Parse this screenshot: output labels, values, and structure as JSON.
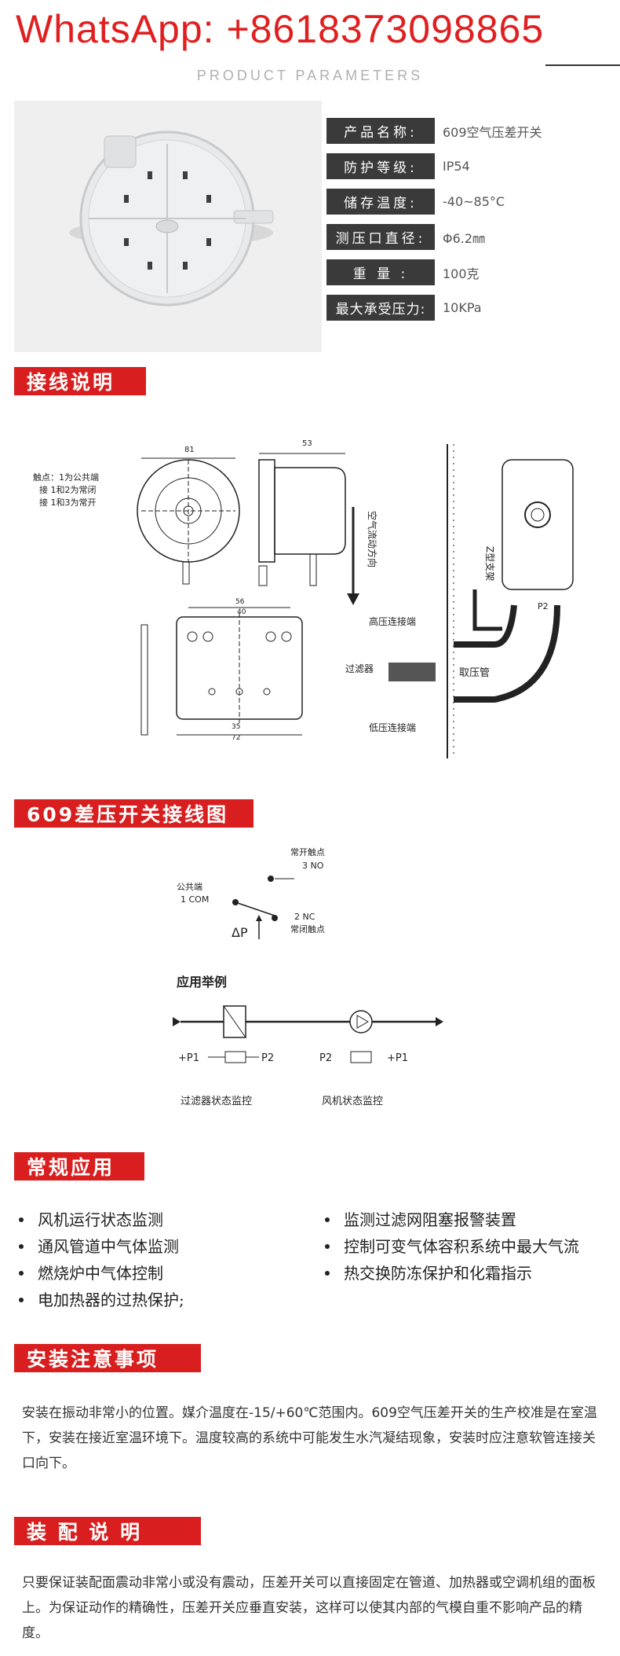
{
  "header": {
    "whatsapp": "WhatsApp: +8618373098865",
    "subtitle": "PRODUCT PARAMETERS"
  },
  "params": [
    {
      "label": "产品名称:",
      "value": "609空气压差开关"
    },
    {
      "label": "防护等级:",
      "value": "IP54"
    },
    {
      "label": "储存温度:",
      "value": "-40~85°C"
    },
    {
      "label": "测压口直径:",
      "value": "Φ6.2㎜"
    },
    {
      "label": "重 量 :",
      "value": "100克"
    },
    {
      "label": "最大承受压力:",
      "value": "10KPa"
    }
  ],
  "sections": {
    "wiring": "接线说明",
    "diagram": "609差压开关接线图",
    "apps": "常规应用",
    "install": "安装注意事项",
    "assembly": "装 配 说 明"
  },
  "wiring_drawing": {
    "contact_note_1": "触点：1为公共端",
    "contact_note_2": "接 1和2为常闭",
    "contact_note_3": "接 1和3为常开",
    "dim_81": "81",
    "dim_53": "53",
    "dim_56": "56",
    "dim_40": "40",
    "dim_35": "35",
    "dim_72": "72",
    "airflow": "空气流动方向",
    "bracket": "Z型支架",
    "high": "高压连接端",
    "filter": "过滤器",
    "tube": "取压管",
    "low": "低压连接端",
    "p2": "P2"
  },
  "switch_diagram": {
    "no_label": "常开触点",
    "no": "3 NO",
    "com_label": "公共端",
    "com": "1 COM",
    "nc": "2 NC",
    "nc_label": "常闭触点",
    "dp": "ΔP",
    "example_title": "应用举例",
    "p1_left": "+P1",
    "p2_left": "P2",
    "p2_right": "P2",
    "p1_right": "+P1",
    "filter_caption": "过滤器状态监控",
    "fan_caption": "风机状态监控"
  },
  "applications": {
    "left": [
      "风机运行状态监测",
      "通风管道中气体监测",
      "燃烧炉中气体控制",
      "电加热器的过热保护;"
    ],
    "right": [
      "监测过滤网阻塞报警装置",
      "控制可变气体容积系统中最大气流",
      "热交换防冻保护和化霜指示"
    ]
  },
  "install_text": "安装在振动非常小的位置。媒介温度在-15/+60℃范围内。609空气压差开关的生产校准是在室温下，安装在接近室温环境下。温度较高的系统中可能发生水汽凝结现象，安装时应注意软管连接关口向下。",
  "assembly_text": "只要保证装配面震动非常小或没有震动，压差开关可以直接固定在管道、加热器或空调机组的面板上。为保证动作的精确性，压差开关应垂直安装，这样可以使其内部的气模自重不影响产品的精度。"
}
